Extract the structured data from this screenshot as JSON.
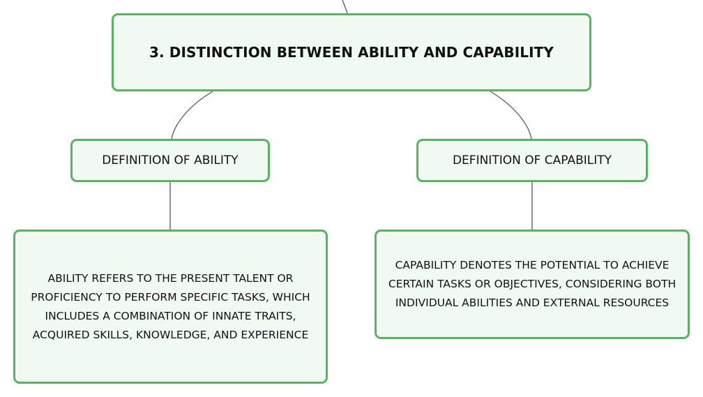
{
  "root": {
    "label": "3. DISTINCTION BETWEEN ABILITY AND CAPABILITY"
  },
  "ability": {
    "label": "DEFINITION OF ABILITY",
    "description": "ABILITY REFERS TO THE PRESENT TALENT OR PROFICIENCY TO PERFORM SPECIFIC TASKS, WHICH INCLUDES A COMBINATION OF INNATE TRAITS, ACQUIRED SKILLS, KNOWLEDGE, AND EXPERIENCE"
  },
  "capability": {
    "label": "DEFINITION OF CAPABILITY",
    "description": "CAPABILITY DENOTES THE POTENTIAL TO ACHIEVE CERTAIN TASKS OR OBJECTIVES, CONSIDERING BOTH INDIVIDUAL ABILITIES AND EXTERNAL RESOURCES"
  },
  "colors": {
    "node_border": "#56b461",
    "node_fill": "#f1faf2",
    "connector": "#555555"
  }
}
